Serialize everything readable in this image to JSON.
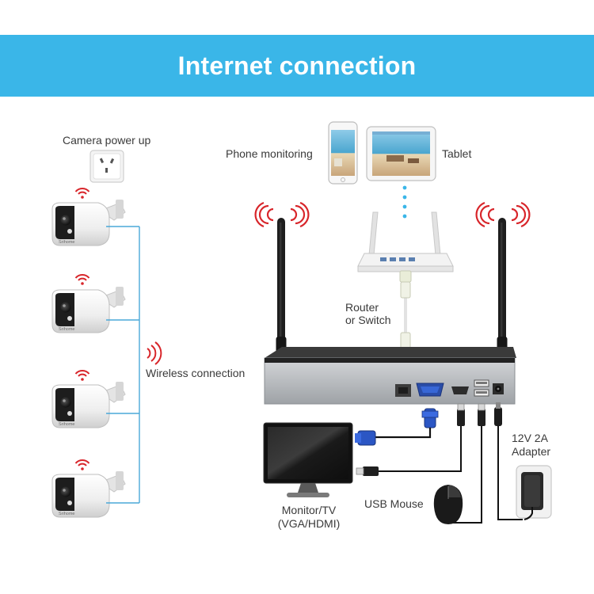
{
  "header": {
    "title": "Internet connection"
  },
  "labels": {
    "camera_power": "Camera power up",
    "phone": "Phone monitoring",
    "tablet": "Tablet",
    "router_line1": "Router",
    "router_line2": "or Switch",
    "wireless": "Wireless connection",
    "adapter_line1": "12V 2A",
    "adapter_line2": "Adapter",
    "mouse": "USB Mouse",
    "monitor_line1": "Monitor/TV",
    "monitor_line2": "(VGA/HDMI)"
  },
  "camera_brand": "Srihome",
  "colors": {
    "banner": "#3ab6e8",
    "wifi": "#d8262b",
    "cable": "#4aa8d8",
    "nvr_body": "#b9bcc0"
  }
}
